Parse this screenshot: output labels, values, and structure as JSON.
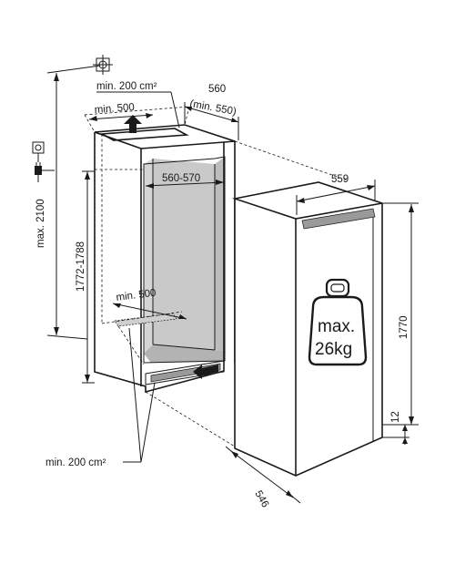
{
  "labels": {
    "max_height": "max. 2100",
    "niche_height": "1772-1788",
    "top_vent": "min. 200 cm²",
    "top_depth": "min. 500",
    "niche_depth_a": "560",
    "niche_depth_b": "(min. 550)",
    "niche_width": "560-570",
    "bottom_depth": "min. 500",
    "bottom_vent": "min. 200 cm²",
    "appliance_width": "559",
    "appliance_depth": "546",
    "appliance_height": "1770",
    "foot_height": "12",
    "weight_line1": "max.",
    "weight_line2": "26kg"
  },
  "icons": {
    "socket": "power-socket-icon",
    "plug": "power-plug-icon",
    "water": "water-connection-icon",
    "weight": "weight-icon"
  },
  "colors": {
    "line": "#1a1a1a",
    "niche_interior": "#c9c9c9",
    "niche_floor": "#b3b3b3",
    "vent_grille": "#9a9a9a"
  }
}
